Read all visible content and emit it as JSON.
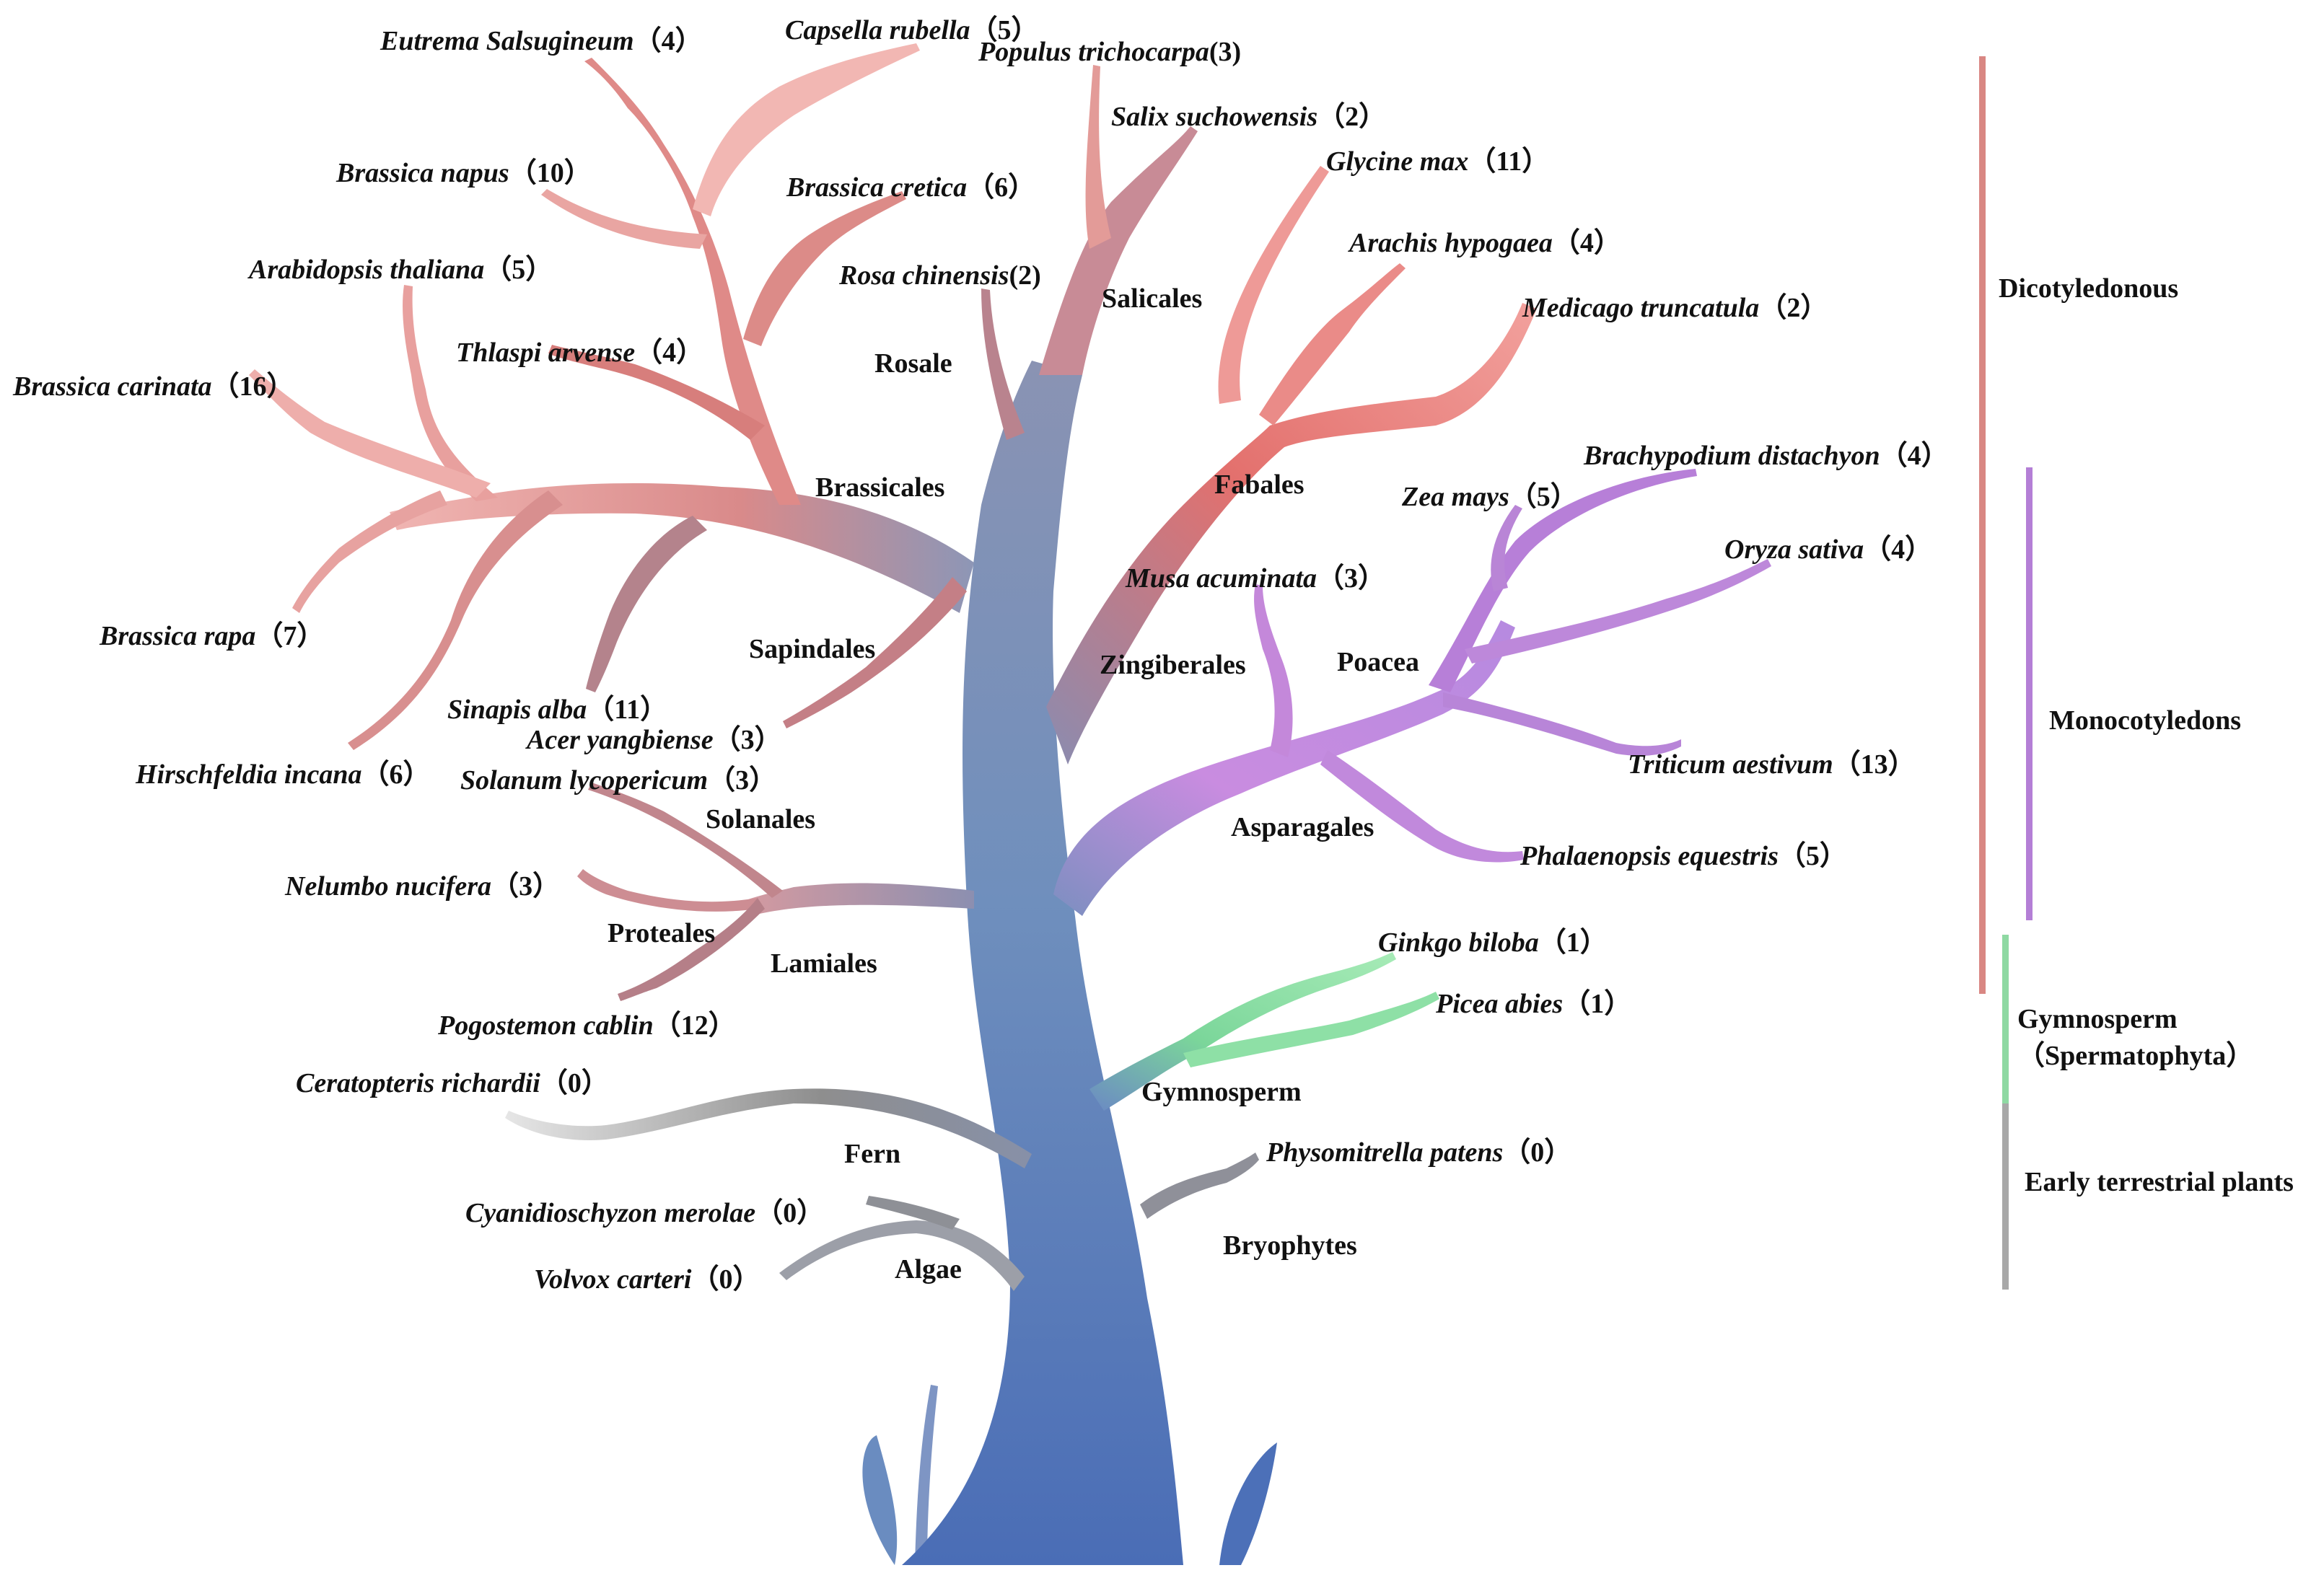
{
  "species": [
    {
      "id": "eutrema",
      "name": "Eutrema Salsugineum",
      "count": "（4）"
    },
    {
      "id": "capsella",
      "name": "Capsella rubella",
      "count": "（5）"
    },
    {
      "id": "populus",
      "name": "Populus trichocarpa",
      "count": "(3)"
    },
    {
      "id": "salix",
      "name": "Salix suchowensis",
      "count": "（2）"
    },
    {
      "id": "napus",
      "name": "Brassica napus",
      "count": "（10）"
    },
    {
      "id": "cretica",
      "name": "Brassica cretica",
      "count": "（6）"
    },
    {
      "id": "glycine",
      "name": "Glycine max",
      "count": "（11）"
    },
    {
      "id": "rosa",
      "name": "Rosa chinensis",
      "count": "(2)"
    },
    {
      "id": "arachis",
      "name": "Arachis hypogaea",
      "count": "（4）"
    },
    {
      "id": "arabidopsis",
      "name": "Arabidopsis thaliana",
      "count": "（5）"
    },
    {
      "id": "medicago",
      "name": "Medicago truncatula",
      "count": "（2）"
    },
    {
      "id": "thlaspi",
      "name": "Thlaspi arvense",
      "count": "（4）"
    },
    {
      "id": "carinata",
      "name": "Brassica carinata",
      "count": "（16）"
    },
    {
      "id": "brachypodium",
      "name": "Brachypodium distachyon",
      "count": "（4）"
    },
    {
      "id": "zea",
      "name": "Zea mays",
      "count": "（5）"
    },
    {
      "id": "oryza",
      "name": "Oryza sativa",
      "count": "（4）"
    },
    {
      "id": "musa",
      "name": "Musa acuminata",
      "count": "（3）"
    },
    {
      "id": "rapa",
      "name": "Brassica rapa",
      "count": "（7）"
    },
    {
      "id": "sinapis",
      "name": "Sinapis alba",
      "count": "（11）"
    },
    {
      "id": "acer",
      "name": "Acer yangbiense",
      "count": "（3）"
    },
    {
      "id": "triticum",
      "name": "Triticum aestivum",
      "count": "（13）"
    },
    {
      "id": "hirschfeldia",
      "name": "Hirschfeldia incana",
      "count": "（6）"
    },
    {
      "id": "solanum",
      "name": "Solanum lycopericum",
      "count": "（3）"
    },
    {
      "id": "phalaenopsis",
      "name": "Phalaenopsis equestris",
      "count": "（5）"
    },
    {
      "id": "nelumbo",
      "name": "Nelumbo nucifera",
      "count": "（3）"
    },
    {
      "id": "ginkgo",
      "name": "Ginkgo biloba",
      "count": "（1）"
    },
    {
      "id": "picea",
      "name": "Picea abies",
      "count": "（1）"
    },
    {
      "id": "pogostemon",
      "name": "Pogostemon cablin",
      "count": "（12）"
    },
    {
      "id": "ceratopteris",
      "name": "Ceratopteris richardii",
      "count": "（0）"
    },
    {
      "id": "physcomitrella",
      "name": "Physomitrella patens",
      "count": "（0）"
    },
    {
      "id": "cyanidioschyzon",
      "name": "Cyanidioschyzon merolae",
      "count": "（0）"
    },
    {
      "id": "volvox",
      "name": "Volvox carteri",
      "count": "（0）"
    }
  ],
  "clades": [
    {
      "id": "salicales",
      "label": "Salicales"
    },
    {
      "id": "rosale",
      "label": "Rosale"
    },
    {
      "id": "brassicales",
      "label": "Brassicales"
    },
    {
      "id": "fabales",
      "label": "Fabales"
    },
    {
      "id": "sapindales",
      "label": "Sapindales"
    },
    {
      "id": "zingiberales",
      "label": "Zingiberales"
    },
    {
      "id": "poacea",
      "label": "Poacea"
    },
    {
      "id": "asparagales",
      "label": "Asparagales"
    },
    {
      "id": "solanales",
      "label": "Solanales"
    },
    {
      "id": "proteales",
      "label": "Proteales"
    },
    {
      "id": "lamiales",
      "label": "Lamiales"
    },
    {
      "id": "gymnosperm",
      "label": "Gymnosperm"
    },
    {
      "id": "fern",
      "label": "Fern"
    },
    {
      "id": "bryophytes",
      "label": "Bryophytes"
    },
    {
      "id": "algae",
      "label": "Algae"
    }
  ],
  "groups": [
    {
      "id": "dicot",
      "label": "Dicotyledonous",
      "color": "#d98783"
    },
    {
      "id": "monocot",
      "label": "Monocotyledons",
      "color": "#b47fd6"
    },
    {
      "id": "gymno",
      "label": "Gymnosperm\n（Spermatophyta）",
      "color": "#8fd9a3"
    },
    {
      "id": "early",
      "label": "Early terrestrial plants",
      "color": "#a8a8a8"
    }
  ],
  "colors": {
    "brassicales": "#df7f7a",
    "brassicales_light": "#efb3b0",
    "fabales": "#e77570",
    "monocot": "#c58ae0",
    "gymnosperm": "#7fd89a",
    "fern": "#8f8f8f",
    "trunk": "#5a7ab4",
    "trunk_dark": "#4a6cb5"
  }
}
